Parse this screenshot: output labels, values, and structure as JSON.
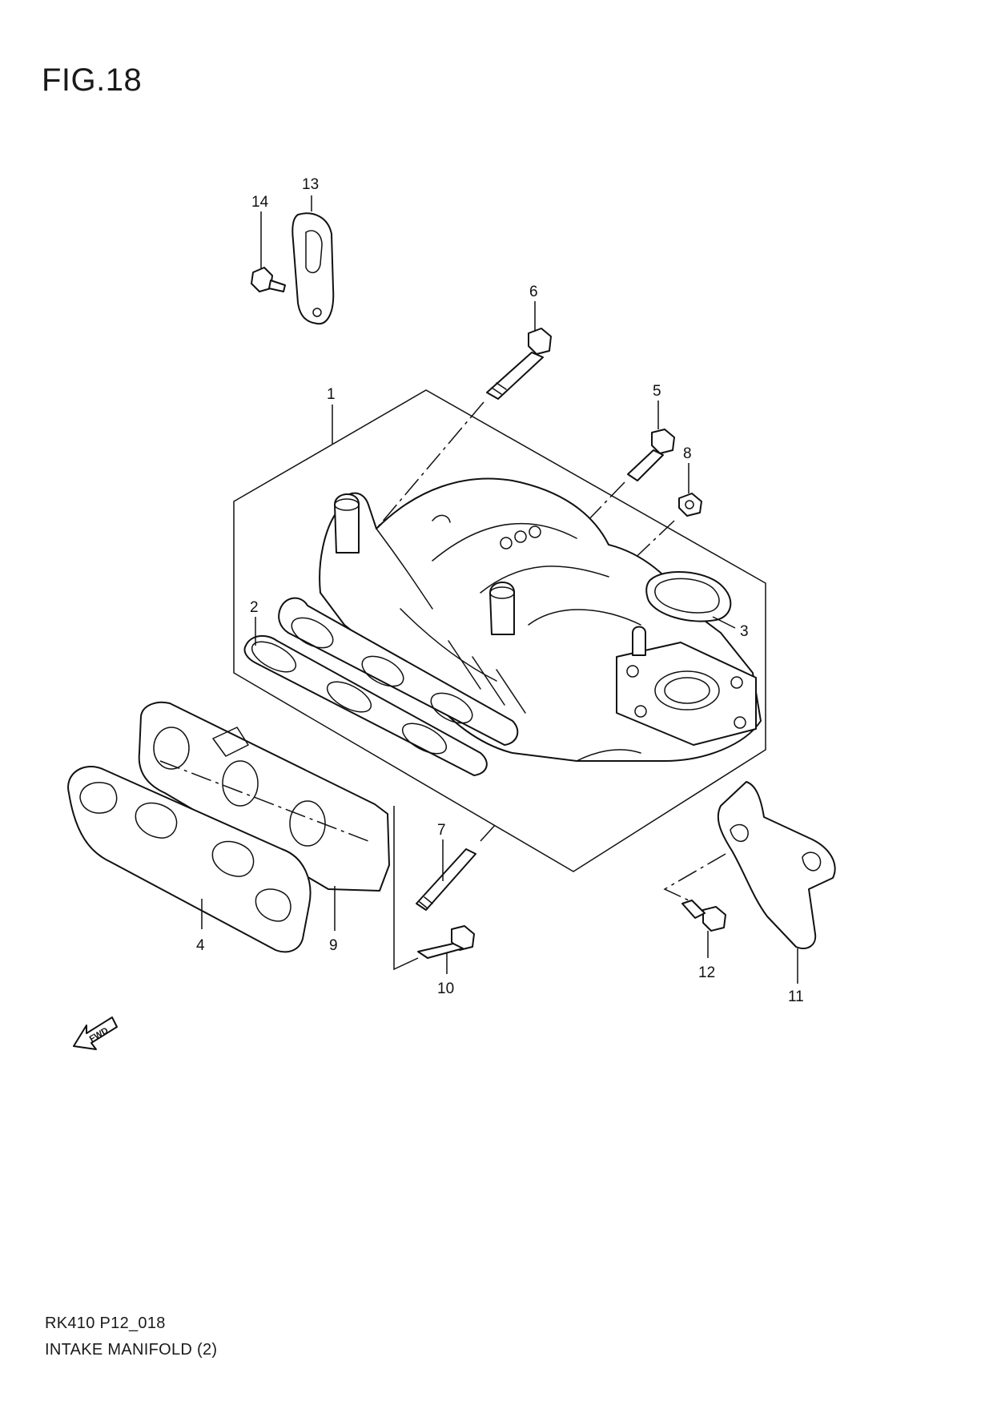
{
  "figure": {
    "title": "FIG.18"
  },
  "footer": {
    "code": "RK410 P12_018",
    "name": "INTAKE MANIFOLD (2)"
  },
  "callouts": {
    "c1": "1",
    "c2": "2",
    "c3": "3",
    "c4": "4",
    "c5": "5",
    "c6": "6",
    "c7": "7",
    "c8": "8",
    "c9": "9",
    "c10": "10",
    "c11": "11",
    "c12": "12",
    "c13": "13",
    "c14": "14"
  },
  "fwd_marker": {
    "label": "FWD",
    "icon": "forward-arrow-icon"
  },
  "colors": {
    "line": "#111111",
    "background": "#ffffff"
  }
}
